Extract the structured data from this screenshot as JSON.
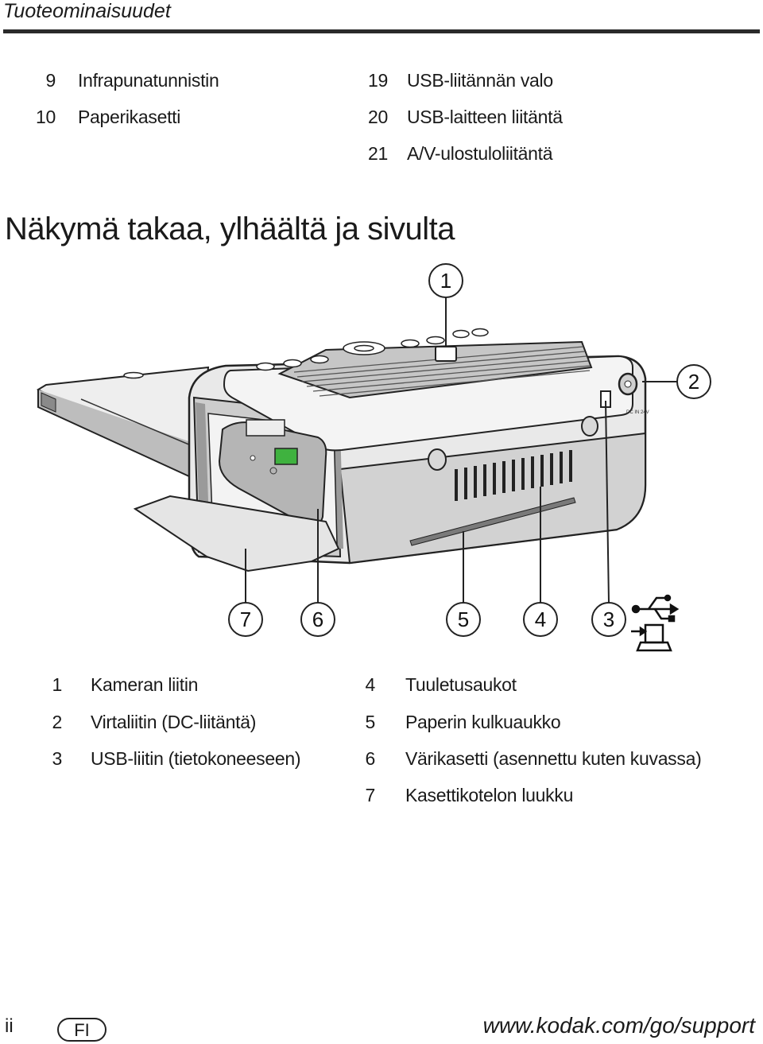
{
  "header": {
    "title": "Tuoteominaisuudet"
  },
  "top_list": [
    {
      "num": "9",
      "label": "Infrapunatunnistin"
    },
    {
      "num": "10",
      "label": "Paperikasetti"
    },
    {
      "num": "19",
      "label": "USB-liitännän valo"
    },
    {
      "num": "20",
      "label": "USB-laitteen liitäntä"
    },
    {
      "num": "21",
      "label": "A/V-ulostuloliitäntä"
    }
  ],
  "section": {
    "title": "Näkymä takaa, ylhäältä ja sivulta"
  },
  "callouts": [
    "1",
    "2",
    "7",
    "6",
    "5",
    "4",
    "3"
  ],
  "panel_text": {
    "dc": "DC IN 24V"
  },
  "legend": [
    {
      "num": "1",
      "label": "Kameran liitin"
    },
    {
      "num": "2",
      "label": "Virtaliitin (DC-liitäntä)"
    },
    {
      "num": "3",
      "label": "USB-liitin (tietokoneeseen)"
    },
    {
      "num": "4",
      "label": "Tuuletusaukot"
    },
    {
      "num": "5",
      "label": "Paperin kulkuaukko"
    },
    {
      "num": "6",
      "label": "Värikasetti (asennettu kuten kuvassa)"
    },
    {
      "num": "7",
      "label": "Kasettikotelon luukku"
    }
  ],
  "footer": {
    "page": "ii",
    "lang": "FI",
    "url": "www.kodak.com/go/support"
  },
  "icons": [
    "usb-icon",
    "computer-icon"
  ]
}
